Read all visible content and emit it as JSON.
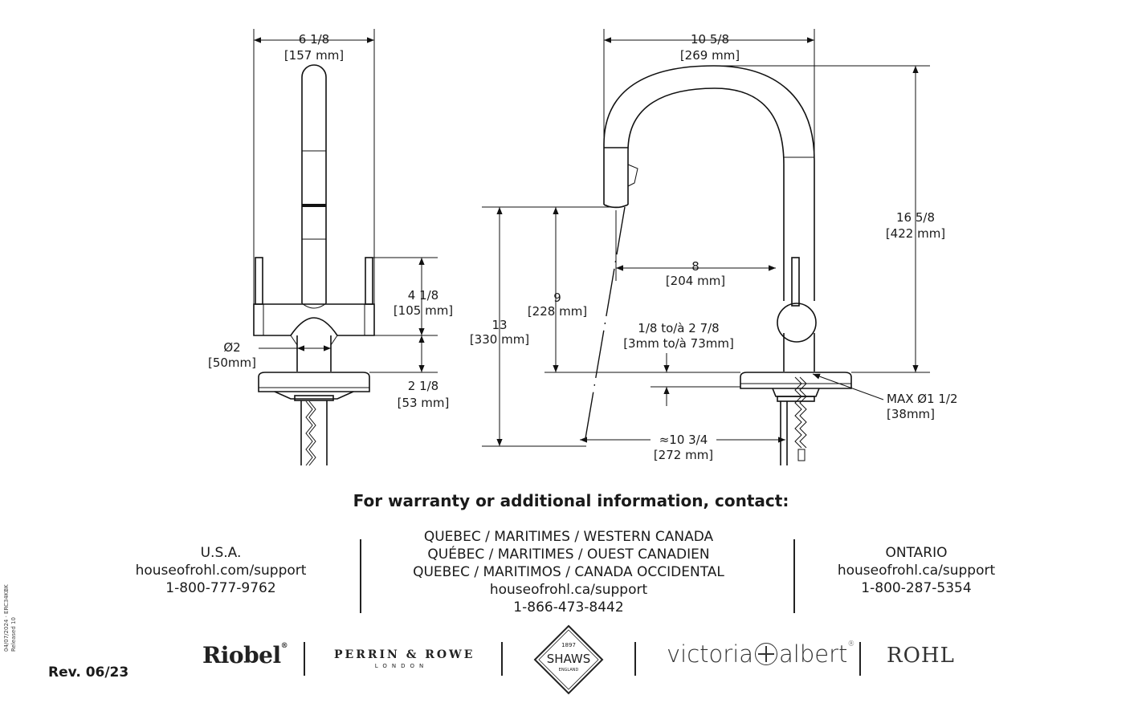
{
  "front_view": {
    "width_in": "6 1/8",
    "width_mm": "[157 mm]",
    "handle_in": "4 1/8",
    "handle_mm": "[105 mm]",
    "diam_in": "Ø2",
    "diam_mm": "[50mm]",
    "base_in": "2 1/8",
    "base_mm": "[53 mm]"
  },
  "side_view": {
    "reach_in": "10 5/8",
    "reach_mm": "[269 mm]",
    "height_in": "16 5/8",
    "height_mm": "[422 mm]",
    "spout_reach_in": "8",
    "spout_reach_mm": "[204 mm]",
    "spout_clear_in": "9",
    "spout_clear_mm": "[228 mm]",
    "total_in": "13",
    "total_mm": "[330 mm]",
    "deck_in": "1/8 to/à 2 7/8",
    "deck_mm": "[3mm to/à 73mm]",
    "hole_in": "MAX Ø1 1/2",
    "hole_mm": "[38mm]",
    "spray_in": "≈10 3/4",
    "spray_mm": "[272 mm]"
  },
  "contact": {
    "heading": "For warranty or additional information, contact:",
    "usa": [
      "U.S.A.",
      "houseofrohl.com/support",
      "1-800-777-9762"
    ],
    "quebec": [
      "QUEBEC / MARITIMES / WESTERN CANADA",
      "QUÉBEC / MARITIMES / OUEST CANADIEN",
      "QUEBEC / MARITIMOS / CANADA OCCIDENTAL",
      "houseofrohl.ca/support",
      "1-866-473-8442"
    ],
    "ontario": [
      "ONTARIO",
      "houseofrohl.ca/support",
      "1-800-287-5354"
    ]
  },
  "footer": {
    "revision": "Rev. 06/23",
    "tiny_1": "04/07/2024 · ERC34KBK",
    "tiny_2": "Released 10"
  },
  "brands": {
    "riobel": "Riobel",
    "perrin_top": "PERRIN & ROWE",
    "perrin_bottom": "LONDON",
    "shaws_year": "1897",
    "shaws_name": "SHAWS",
    "shaws_country": "ENGLAND",
    "victoria_left": "victoria",
    "victoria_right": "albert",
    "rohl": "ROHL"
  }
}
